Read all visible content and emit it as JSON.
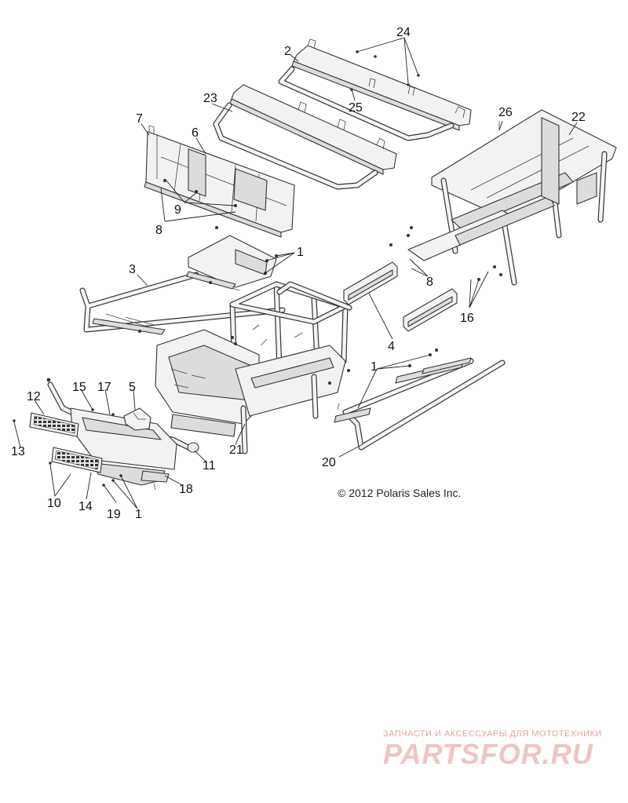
{
  "copyright": "© 2012 Polaris Sales Inc.",
  "watermark": {
    "tagline": "ЗАПЧАСТИ И АКСЕССУАРЫ ДЛЯ МОТОТЕХНИКИ",
    "logo": "PARTSFOR.RU"
  },
  "callouts": {
    "c1a": "1",
    "c1b": "1",
    "c1c": "1",
    "c2": "2",
    "c3": "3",
    "c4": "4",
    "c5": "5",
    "c6": "6",
    "c7": "7",
    "c8a": "8",
    "c8b": "8",
    "c9": "9",
    "c10": "10",
    "c11": "11",
    "c12": "12",
    "c13": "13",
    "c14": "14",
    "c15": "15",
    "c16": "16",
    "c17": "17",
    "c18": "18",
    "c19": "19",
    "c20": "20",
    "c21": "21",
    "c22": "22",
    "c23": "23",
    "c24": "24",
    "c25": "25",
    "c26": "26"
  }
}
